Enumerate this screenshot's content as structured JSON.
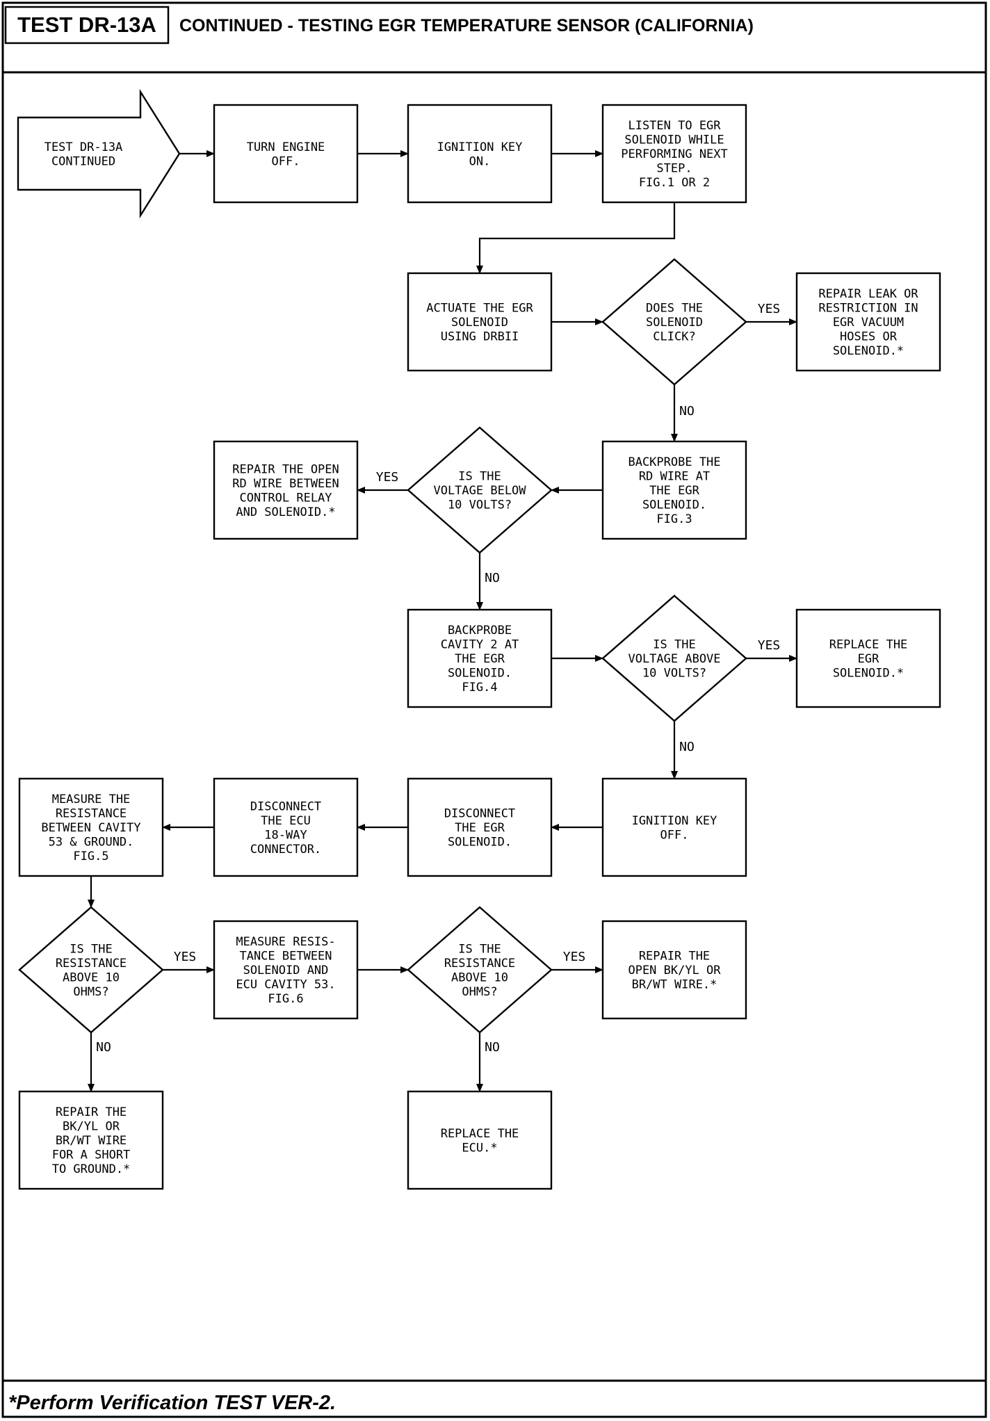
{
  "header": {
    "test_id": "TEST DR-13A",
    "title": "CONTINUED - TESTING EGR TEMPERATURE SENSOR (CALIFORNIA)"
  },
  "footer": {
    "note": "*Perform Verification TEST VER-2."
  },
  "flowchart": {
    "nodes": [
      {
        "id": "start",
        "shape": "arrow",
        "lines": [
          "TEST DR-13A",
          "CONTINUED"
        ]
      },
      {
        "id": "turn-engine-off",
        "shape": "box",
        "lines": [
          "TURN ENGINE",
          "OFF."
        ]
      },
      {
        "id": "ignition-key-on",
        "shape": "box",
        "lines": [
          "IGNITION KEY",
          "ON."
        ]
      },
      {
        "id": "listen-egr-solenoid",
        "shape": "box",
        "lines": [
          "LISTEN TO EGR",
          "SOLENOID WHILE",
          "PERFORMING NEXT",
          "STEP.",
          "FIG.1 OR 2"
        ]
      },
      {
        "id": "actuate-egr-solenoid",
        "shape": "box",
        "lines": [
          "ACTUATE THE EGR",
          "SOLENOID",
          "USING DRBII"
        ]
      },
      {
        "id": "solenoid-click",
        "shape": "diamond",
        "lines": [
          "DOES THE",
          "SOLENOID",
          "CLICK?"
        ]
      },
      {
        "id": "repair-leak",
        "shape": "box",
        "lines": [
          "REPAIR LEAK OR",
          "RESTRICTION IN",
          "EGR VACUUM",
          "HOSES OR",
          "SOLENOID.*"
        ]
      },
      {
        "id": "backprobe-rd-wire",
        "shape": "box",
        "lines": [
          "BACKPROBE THE",
          "RD WIRE AT",
          "THE EGR",
          "SOLENOID.",
          "FIG.3"
        ]
      },
      {
        "id": "voltage-below-10",
        "shape": "diamond",
        "lines": [
          "IS THE",
          "VOLTAGE BELOW",
          "10 VOLTS?"
        ]
      },
      {
        "id": "repair-open-rd-wire",
        "shape": "box",
        "lines": [
          "REPAIR THE OPEN",
          "RD WIRE BETWEEN",
          "CONTROL RELAY",
          "AND SOLENOID.*"
        ]
      },
      {
        "id": "backprobe-cavity-2",
        "shape": "box",
        "lines": [
          "BACKPROBE",
          "CAVITY 2 AT",
          "THE EGR",
          "SOLENOID.",
          "FIG.4"
        ]
      },
      {
        "id": "voltage-above-10",
        "shape": "diamond",
        "lines": [
          "IS THE",
          "VOLTAGE ABOVE",
          "10 VOLTS?"
        ]
      },
      {
        "id": "replace-egr-solenoid",
        "shape": "box",
        "lines": [
          "REPLACE THE",
          "EGR",
          "SOLENOID.*"
        ]
      },
      {
        "id": "ignition-key-off",
        "shape": "box",
        "lines": [
          "IGNITION KEY",
          "OFF."
        ]
      },
      {
        "id": "disconnect-egr-solenoid",
        "shape": "box",
        "lines": [
          "DISCONNECT",
          "THE EGR",
          "SOLENOID."
        ]
      },
      {
        "id": "disconnect-ecu-connector",
        "shape": "box",
        "lines": [
          "DISCONNECT",
          "THE ECU",
          "18-WAY",
          "CONNECTOR."
        ]
      },
      {
        "id": "measure-resistance-cavity-53",
        "shape": "box",
        "lines": [
          "MEASURE THE",
          "RESISTANCE",
          "BETWEEN CAVITY",
          "53 & GROUND.",
          "FIG.5"
        ]
      },
      {
        "id": "resistance-above-10-a",
        "shape": "diamond",
        "lines": [
          "IS THE",
          "RESISTANCE",
          "ABOVE 10",
          "OHMS?"
        ]
      },
      {
        "id": "measure-resistance-solenoid-ecu",
        "shape": "box",
        "lines": [
          "MEASURE RESIS-",
          "TANCE BETWEEN",
          "SOLENOID AND",
          "ECU CAVITY 53.",
          "FIG.6"
        ]
      },
      {
        "id": "resistance-above-10-b",
        "shape": "diamond",
        "lines": [
          "IS THE",
          "RESISTANCE",
          "ABOVE 10",
          "OHMS?"
        ]
      },
      {
        "id": "repair-open-bkyl-brwt",
        "shape": "box",
        "lines": [
          "REPAIR THE",
          "OPEN BK/YL OR",
          "BR/WT WIRE.*"
        ]
      },
      {
        "id": "repair-bkyl-brwt-short",
        "shape": "box",
        "lines": [
          "REPAIR THE",
          "BK/YL OR",
          "BR/WT WIRE",
          "FOR A SHORT",
          "TO GROUND.*"
        ]
      },
      {
        "id": "replace-ecu",
        "shape": "box",
        "lines": [
          "REPLACE THE",
          "ECU.*"
        ]
      }
    ],
    "edges": [
      {
        "from": "start",
        "to": "turn-engine-off",
        "label": ""
      },
      {
        "from": "turn-engine-off",
        "to": "ignition-key-on",
        "label": ""
      },
      {
        "from": "ignition-key-on",
        "to": "listen-egr-solenoid",
        "label": ""
      },
      {
        "from": "listen-egr-solenoid",
        "to": "actuate-egr-solenoid",
        "label": ""
      },
      {
        "from": "actuate-egr-solenoid",
        "to": "solenoid-click",
        "label": ""
      },
      {
        "from": "solenoid-click",
        "to": "repair-leak",
        "label": "YES"
      },
      {
        "from": "solenoid-click",
        "to": "backprobe-rd-wire",
        "label": "NO"
      },
      {
        "from": "backprobe-rd-wire",
        "to": "voltage-below-10",
        "label": ""
      },
      {
        "from": "voltage-below-10",
        "to": "repair-open-rd-wire",
        "label": "YES"
      },
      {
        "from": "voltage-below-10",
        "to": "backprobe-cavity-2",
        "label": "NO"
      },
      {
        "from": "backprobe-cavity-2",
        "to": "voltage-above-10",
        "label": ""
      },
      {
        "from": "voltage-above-10",
        "to": "replace-egr-solenoid",
        "label": "YES"
      },
      {
        "from": "voltage-above-10",
        "to": "ignition-key-off",
        "label": "NO"
      },
      {
        "from": "ignition-key-off",
        "to": "disconnect-egr-solenoid",
        "label": ""
      },
      {
        "from": "disconnect-egr-solenoid",
        "to": "disconnect-ecu-connector",
        "label": ""
      },
      {
        "from": "disconnect-ecu-connector",
        "to": "measure-resistance-cavity-53",
        "label": ""
      },
      {
        "from": "measure-resistance-cavity-53",
        "to": "resistance-above-10-a",
        "label": ""
      },
      {
        "from": "resistance-above-10-a",
        "to": "measure-resistance-solenoid-ecu",
        "label": "YES"
      },
      {
        "from": "resistance-above-10-a",
        "to": "repair-bkyl-brwt-short",
        "label": "NO"
      },
      {
        "from": "measure-resistance-solenoid-ecu",
        "to": "resistance-above-10-b",
        "label": ""
      },
      {
        "from": "resistance-above-10-b",
        "to": "repair-open-bkyl-brwt",
        "label": "YES"
      },
      {
        "from": "resistance-above-10-b",
        "to": "replace-ecu",
        "label": "NO"
      }
    ]
  }
}
